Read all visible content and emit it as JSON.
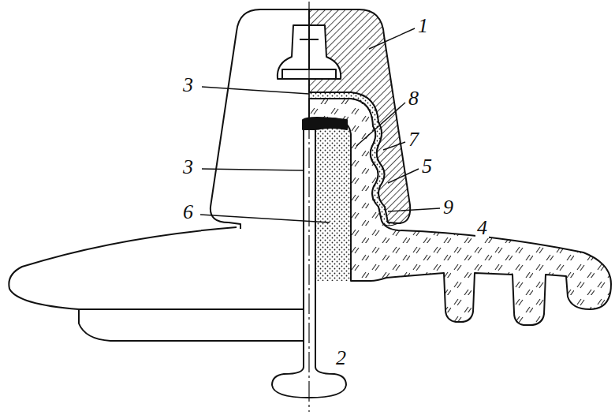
{
  "diagram": {
    "labels": [
      "1",
      "3",
      "8",
      "7",
      "3",
      "5",
      "6",
      "9",
      "4",
      "2"
    ]
  }
}
